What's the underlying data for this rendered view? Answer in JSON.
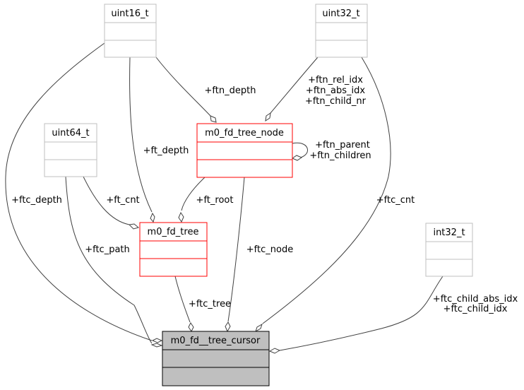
{
  "diagram": {
    "type": "collaboration-diagram",
    "classes": {
      "uint16": "uint16_t",
      "uint32_top": "uint32_t",
      "uint64": "uint64_t",
      "tree_node": "m0_fd_tree_node",
      "tree": "m0_fd_tree",
      "int32": "int32_t",
      "cursor": "m0_fd__tree_cursor"
    },
    "edge_labels": {
      "ftn_depth": "+ftn_depth",
      "ftn_rel_idx": "+ftn_rel_idx",
      "ftn_abs_idx": "+ftn_abs_idx",
      "ftn_child_nr": "+ftn_child_nr",
      "ftn_parent": "+ftn_parent",
      "ftn_children": "+ftn_children",
      "ft_depth": "+ft_depth",
      "ft_cnt": "+ft_cnt",
      "ft_root": "+ft_root",
      "ftc_depth": "+ftc_depth",
      "ftc_path": "+ftc_path",
      "ftc_node": "+ftc_node",
      "ftc_cnt": "+ftc_cnt",
      "ftc_tree": "+ftc_tree",
      "ftc_child_abs_idx": "+ftc_child_abs_idx",
      "ftc_child_idx": "+ftc_child_idx"
    }
  }
}
